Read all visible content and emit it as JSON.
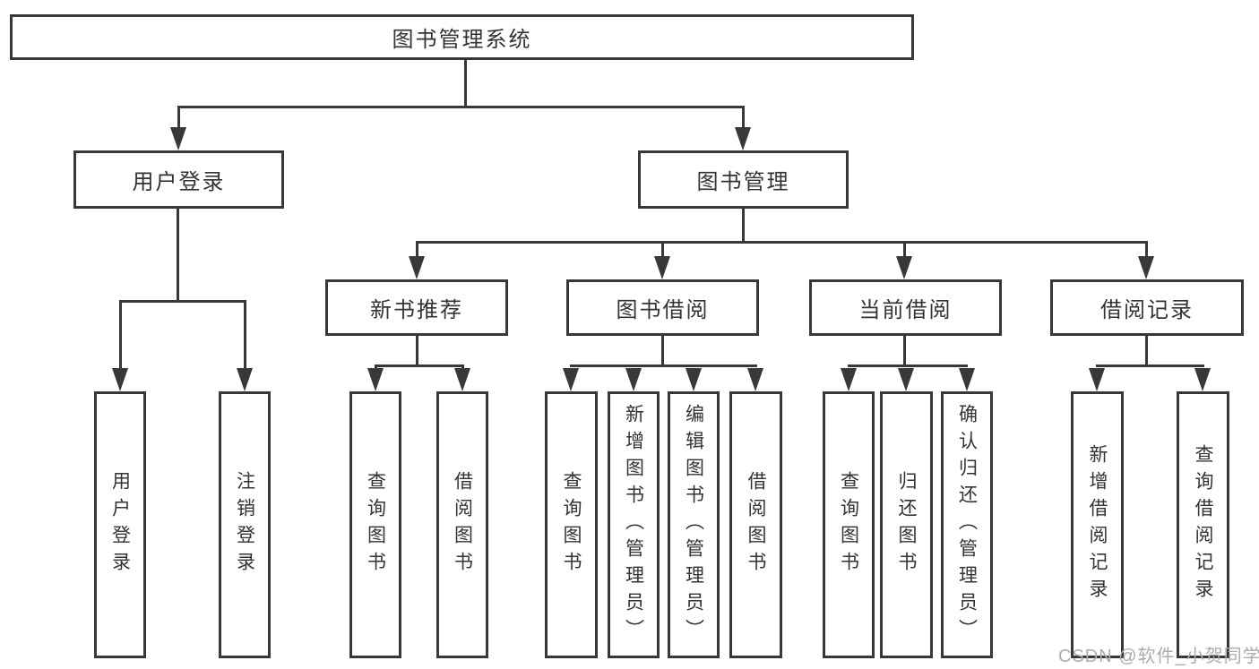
{
  "diagram": {
    "root": "图书管理系统",
    "login": {
      "label": "用户登录",
      "children": [
        "用户登录",
        "注销登录"
      ]
    },
    "management": {
      "label": "图书管理",
      "sections": [
        {
          "label": "新书推荐",
          "children": [
            "查询图书",
            "借阅图书"
          ]
        },
        {
          "label": "图书借阅",
          "children": [
            "查询图书",
            "新增图书（管理员）",
            "编辑图书（管理员）",
            "借阅图书"
          ]
        },
        {
          "label": "当前借阅",
          "children": [
            "查询图书",
            "归还图书",
            "确认归还（管理员）"
          ]
        },
        {
          "label": "借阅记录",
          "children": [
            "新增借阅记录",
            "查询借阅记录"
          ]
        }
      ]
    }
  },
  "watermark": "CSDN @软件_小贺同学",
  "colors": {
    "line": "#383838",
    "text": "#333333",
    "watermark": "#b2aaaa",
    "background": "#ffffff"
  }
}
